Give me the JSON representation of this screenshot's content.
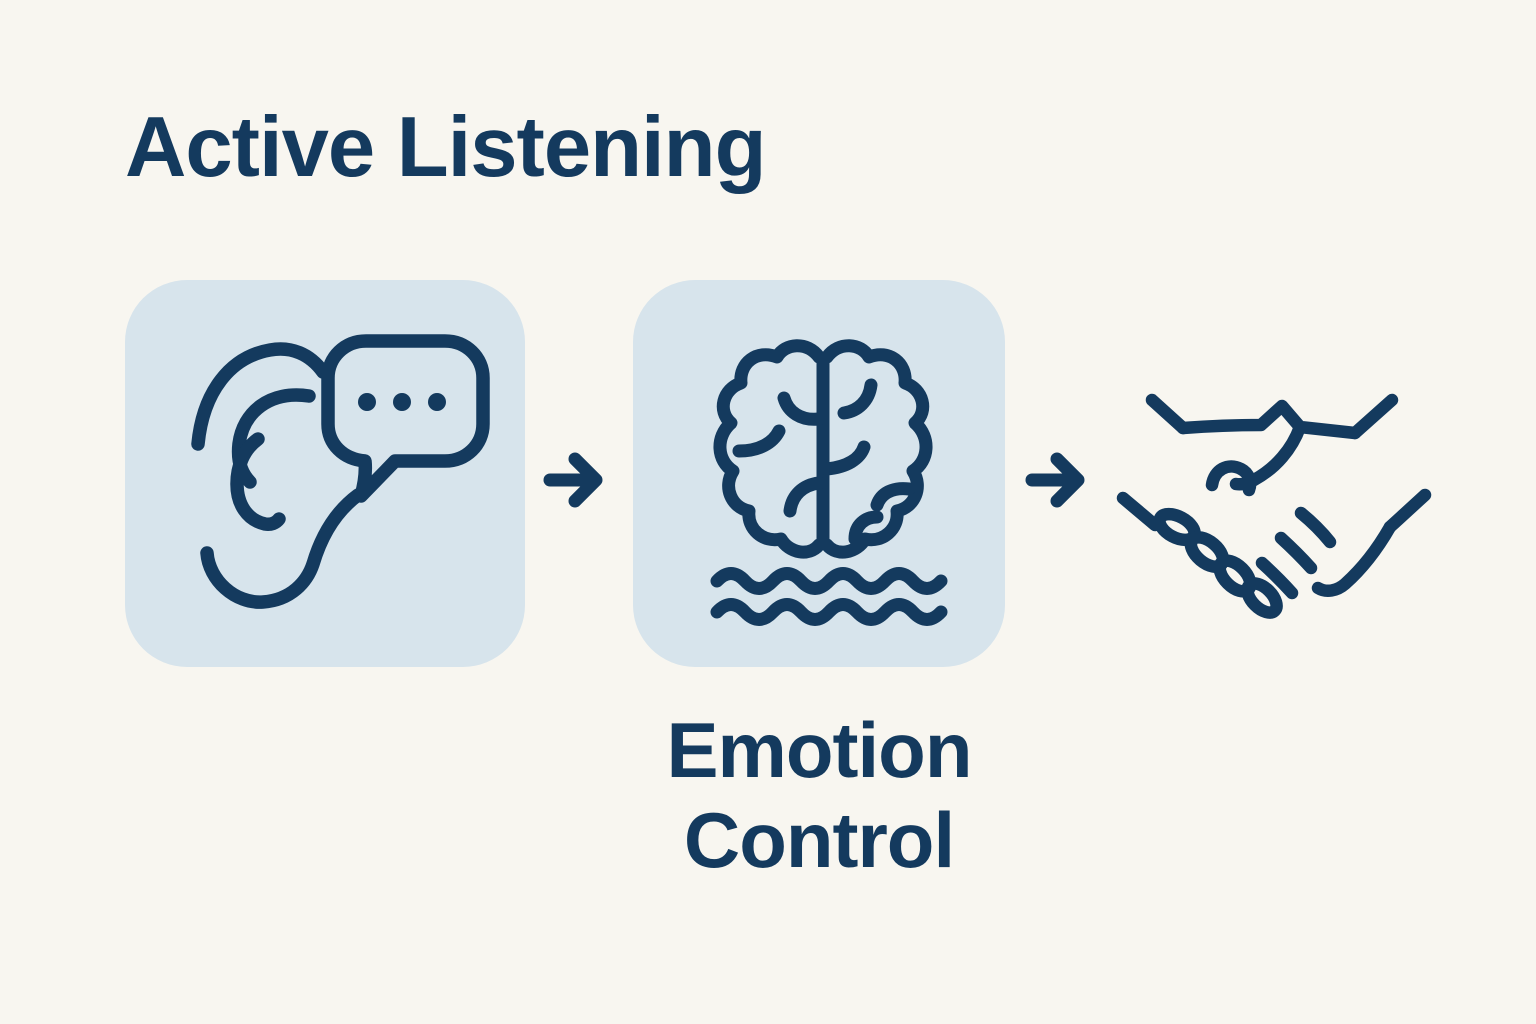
{
  "title": "Active Listening",
  "colors": {
    "background": "#F8F6F0",
    "tile": "#D7E4EC",
    "ink": "#143A5E"
  },
  "flow": {
    "connector": "right-arrow",
    "steps": [
      {
        "id": "active-listening",
        "icon": "ear-speech-bubble-icon",
        "has_tile": true,
        "label": ""
      },
      {
        "id": "emotion-control",
        "icon": "brain-waves-icon",
        "has_tile": true,
        "label": "Emotion Control",
        "label_lines": [
          "Emotion",
          "Control"
        ]
      },
      {
        "id": "agreement",
        "icon": "handshake-icon",
        "has_tile": false,
        "label": ""
      }
    ]
  }
}
